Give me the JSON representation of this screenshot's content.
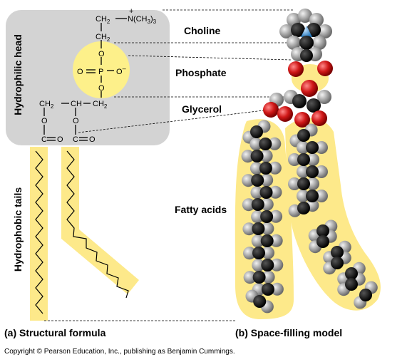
{
  "labels": {
    "hydrophilic_head": "Hydrophilic head",
    "hydrophobic_tails": "Hydrophobic tails",
    "choline": "Choline",
    "phosphate": "Phosphate",
    "glycerol": "Glycerol",
    "fatty_acids": "Fatty acids"
  },
  "captions": {
    "structural": "(a) Structural formula",
    "space_filling": "(b) Space-filling model"
  },
  "copyright": "Copyright © Pearson Education, Inc., publishing as Benjamin Cummings.",
  "formula": {
    "ch2_top": "CH",
    "sub2": "2",
    "n_group_a": "N(CH",
    "n_group_b": ")",
    "sub3": "3",
    "plus": "+",
    "ch2_mid": "CH",
    "o": "O",
    "p": "P",
    "o_minus_sign": "–",
    "ch2_left": "CH",
    "ch": "CH",
    "ch2_right": "CH",
    "c": "C",
    "dash": "—",
    "eq": "="
  },
  "colors": {
    "head_bg": "#d3d3d3",
    "phosphate_circle": "#fdf08a",
    "tail_highlight": "#fde98a",
    "oxygen": "#d01818",
    "carbon": "#1a1a1a",
    "hydrogen": "#a8a8a8",
    "nitrogen": "#4aa0e0"
  }
}
